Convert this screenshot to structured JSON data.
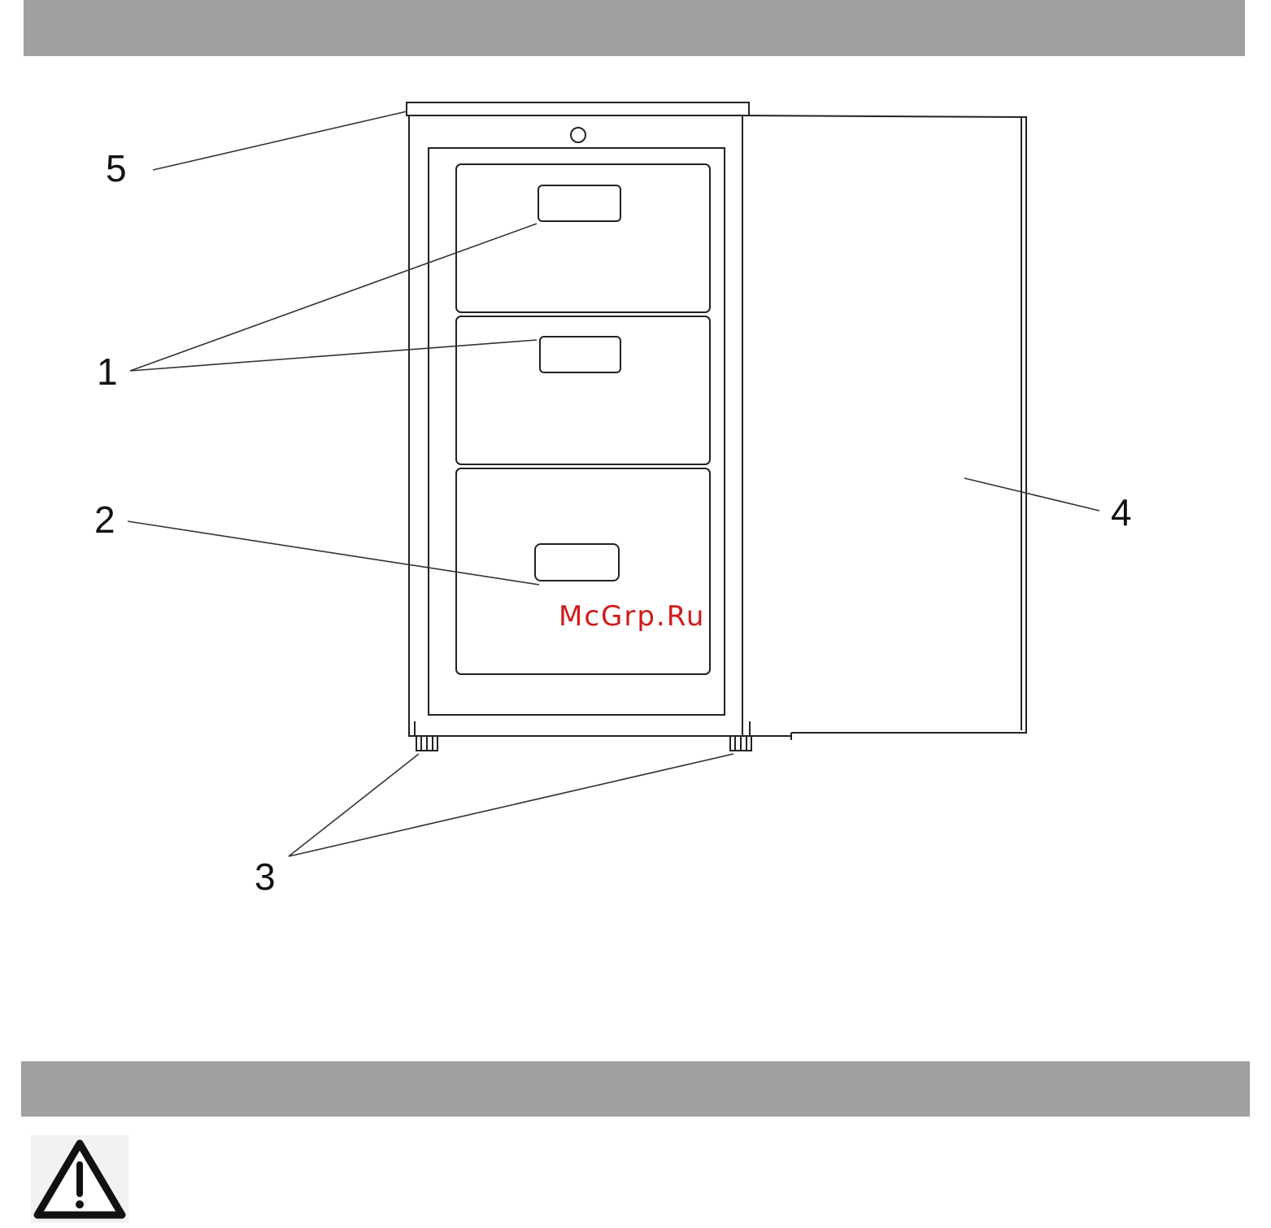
{
  "figure": {
    "callouts": [
      {
        "id": "1",
        "text": "1"
      },
      {
        "id": "2",
        "text": "2"
      },
      {
        "id": "3",
        "text": "3"
      },
      {
        "id": "4",
        "text": "4"
      },
      {
        "id": "5",
        "text": "5"
      }
    ],
    "watermark": "McGrp.Ru"
  },
  "icons": {
    "warning": "warning-triangle-icon"
  },
  "colors": {
    "header_bar": "#a0a0a0",
    "watermark": "#d11a1a"
  }
}
